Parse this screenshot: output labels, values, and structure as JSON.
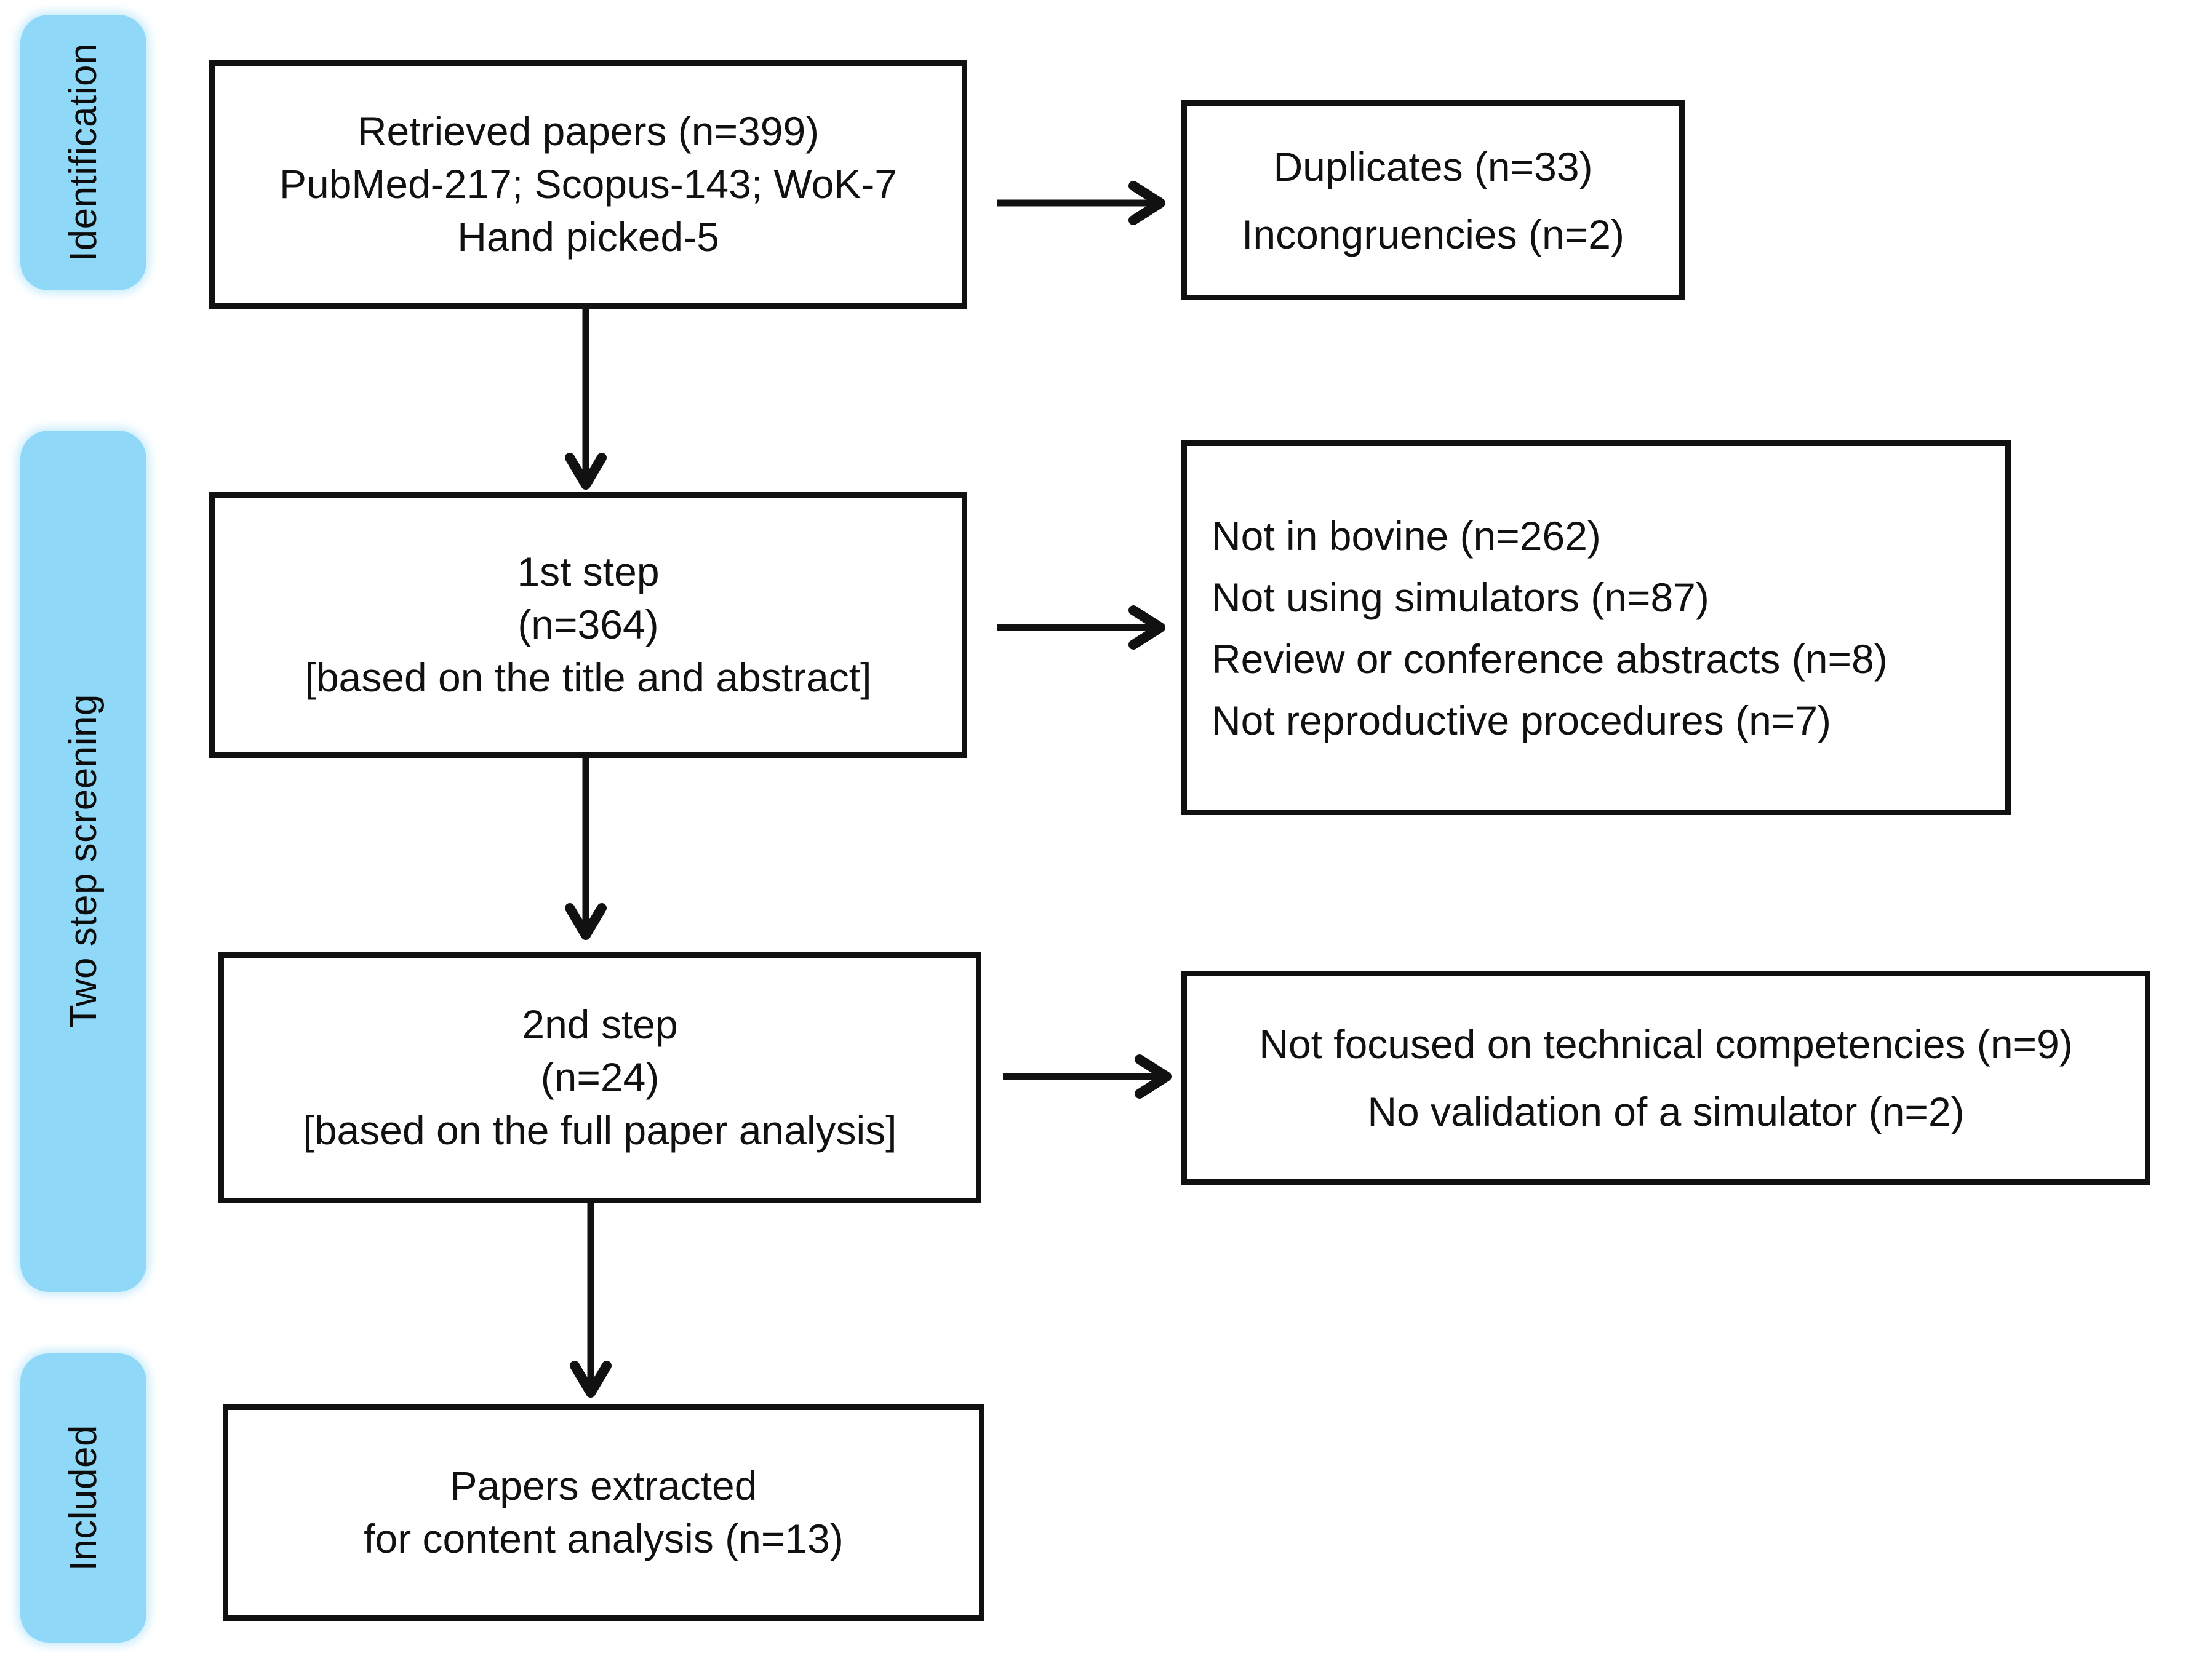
{
  "diagram": {
    "title": "PRISMA study selection flow diagram",
    "accent_color": "#8FD8F8",
    "line_color": "#111111",
    "background": "#ffffff"
  },
  "stages": [
    {
      "id": "identification",
      "label": "Identification"
    },
    {
      "id": "two-step-screening",
      "label": "Two step screening"
    },
    {
      "id": "included",
      "label": "Included"
    }
  ],
  "boxes": {
    "retrieved": {
      "id": "retrieved-papers",
      "lines": [
        "Retrieved papers (n=399)",
        "PubMed-217; Scopus-143; WoK-7",
        "Hand picked-5"
      ]
    },
    "duplicates": {
      "id": "duplicates-excluded",
      "lines": [
        "Duplicates (n=33)",
        "Incongruencies (n=2)"
      ]
    },
    "step1": {
      "id": "first-step-screening",
      "lines": [
        "1st step",
        "(n=364)",
        "[based on the title and abstract]"
      ]
    },
    "step1_excluded": {
      "id": "first-step-exclusions",
      "lines": [
        "Not in bovine (n=262)",
        "Not using simulators (n=87)",
        "Review or conference abstracts (n=8)",
        "Not reproductive procedures  (n=7)"
      ]
    },
    "step2": {
      "id": "second-step-screening",
      "lines": [
        "2nd step",
        "(n=24)",
        "[based on the full paper analysis]"
      ]
    },
    "step2_excluded": {
      "id": "second-step-exclusions",
      "lines": [
        "Not focused on technical competencies (n=9)",
        "No validation of a simulator (n=2)"
      ]
    },
    "included": {
      "id": "papers-extracted",
      "lines": [
        "Papers extracted",
        "for content analysis (n=13)"
      ]
    }
  },
  "arrows": [
    {
      "id": "retrieved-to-duplicates",
      "direction": "right"
    },
    {
      "id": "retrieved-to-step1",
      "direction": "down"
    },
    {
      "id": "step1-to-exclusions",
      "direction": "right"
    },
    {
      "id": "step1-to-step2",
      "direction": "down"
    },
    {
      "id": "step2-to-exclusions",
      "direction": "right"
    },
    {
      "id": "step2-to-included",
      "direction": "down"
    }
  ]
}
